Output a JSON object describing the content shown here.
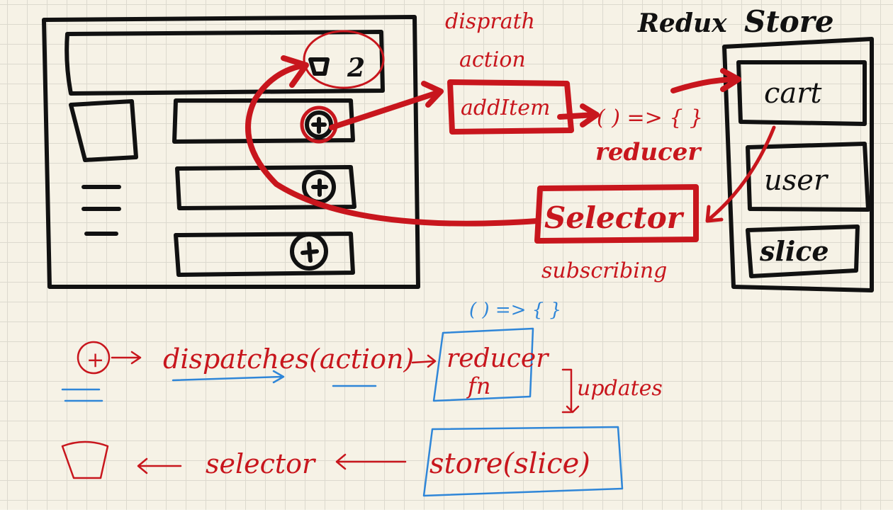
{
  "header": {
    "dispatch_label": "disprath",
    "action_label": "action",
    "store_label": "Store",
    "redux_label": "Redux"
  },
  "ui_mock": {
    "cart_count": "2"
  },
  "flow": {
    "add_item": "addItem",
    "reducer_fn": "( ) => { }",
    "reducer_label": "reducer",
    "selector_label": "Selector",
    "subscribing_label": "subscribing"
  },
  "store": {
    "slices": [
      "cart",
      "user",
      "slice"
    ]
  },
  "notes": {
    "row1_fn": "( ) => { }",
    "row1_plus": "+",
    "row1_dispatches": "dispatches",
    "row1_action": "(action)",
    "row1_reducer": "reducer",
    "row1_fn2": "fn",
    "row1_updates": "updates",
    "row2_selector": "selector",
    "row2_store": "store(slice)"
  },
  "colors": {
    "black_ink": "#111111",
    "red_ink": "#c8161d",
    "blue_ink": "#2f86d8",
    "paper": "#f6f2e6"
  }
}
